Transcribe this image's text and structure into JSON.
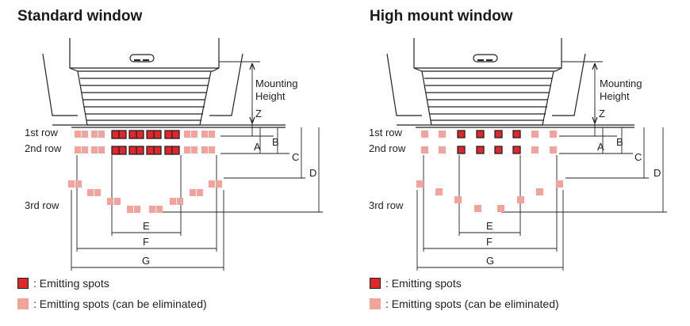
{
  "panels": [
    {
      "title": "Standard window",
      "row_labels": [
        "1st row",
        "2nd row",
        "3rd row"
      ],
      "mounting_label_line1": "Mounting",
      "mounting_label_line2": "Height",
      "dimension_labels": [
        "Z",
        "A",
        "B",
        "C",
        "D",
        "E",
        "F",
        "G"
      ]
    },
    {
      "title": "High mount window",
      "row_labels": [
        "1st row",
        "2nd row",
        "3rd row"
      ],
      "mounting_label_line1": "Mounting",
      "mounting_label_line2": "Height",
      "dimension_labels": [
        "Z",
        "A",
        "B",
        "C",
        "D",
        "E",
        "F",
        "G"
      ]
    }
  ],
  "legend": [
    {
      "label": ": Emitting spots",
      "style": "dark"
    },
    {
      "label": ": Emitting spots (can be eliminated)",
      "style": "light"
    }
  ],
  "colors": {
    "emitting": "#e0262a",
    "eliminable": "#f2a49c",
    "line": "#222222"
  }
}
